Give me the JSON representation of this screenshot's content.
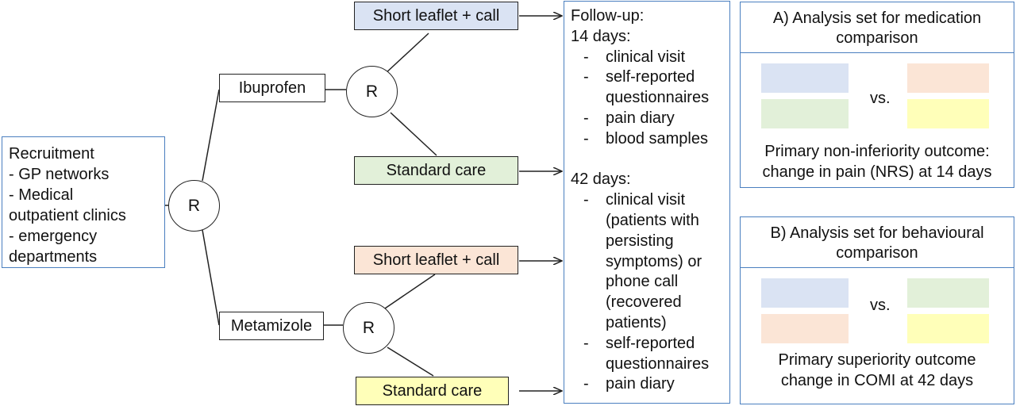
{
  "recruitment": {
    "title": "Recruitment",
    "lines": [
      "- GP networks",
      "- Medical",
      "outpatient clinics",
      "- emergency",
      "departments"
    ]
  },
  "randomization_label": "R",
  "arms": {
    "ibuprofen": "Ibuprofen",
    "metamizole": "Metamizole"
  },
  "interventions": {
    "leaflet_call": "Short leaflet + call",
    "standard_care": "Standard care"
  },
  "followup": {
    "title": "Follow-up:",
    "day14_label": "14 days:",
    "day14_items": [
      [
        "clinical visit"
      ],
      [
        "self-reported",
        "questionnaires"
      ],
      [
        "pain diary"
      ],
      [
        "blood samples"
      ]
    ],
    "day42_label": "42 days:",
    "day42_items": [
      [
        "clinical visit",
        "(patients with",
        "persisting",
        "symptoms) or",
        "phone call",
        "(recovered",
        "patients)"
      ],
      [
        "self-reported",
        "questionnaires"
      ],
      [
        "pain diary"
      ]
    ],
    "dash": "-"
  },
  "analysis_a": {
    "title_line1": "A) Analysis set for medication",
    "title_line2": "comparison",
    "vs": "vs.",
    "outcome_line1": "Primary non-inferiority outcome:",
    "outcome_line2": "change in pain (NRS) at 14 days"
  },
  "analysis_b": {
    "title_line1": "B) Analysis set for behavioural",
    "title_line2": "comparison",
    "vs": "vs.",
    "outcome_line1": "Primary superiority outcome",
    "outcome_line2": "change in COMI at 42 days"
  },
  "colors": {
    "ibuprofen_leaflet": "#dae3f3",
    "ibuprofen_standard": "#e2f0d9",
    "metamizole_leaflet": "#fbe5d6",
    "metamizole_standard": "#ffffb9",
    "box_border_blue": "#4a7fbf",
    "line": "#222222"
  }
}
